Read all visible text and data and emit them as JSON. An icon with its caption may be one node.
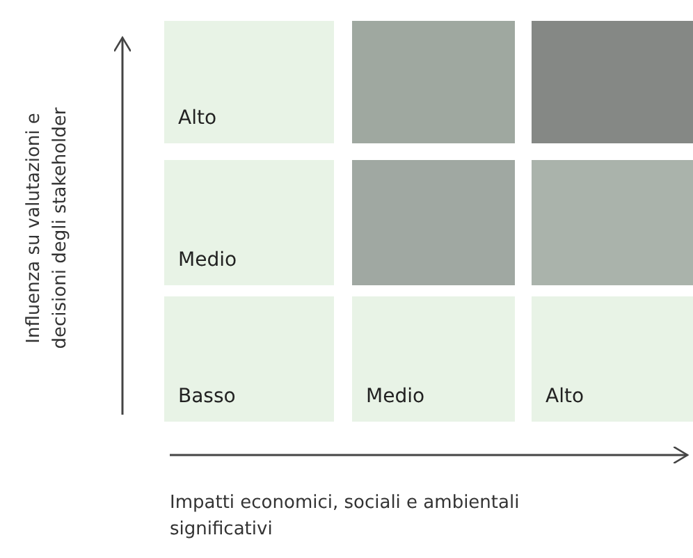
{
  "diagram": {
    "nodes": [
      {
        "text": [
          "Alto"
        ]
      },
      {
        "text": [],
        "shape": "box"
      },
      {
        "text": [],
        "shape": "box"
      },
      {
        "text": [
          "Medio"
        ]
      },
      {
        "text": [],
        "shape": "box"
      },
      {
        "text": [],
        "shape": "box"
      },
      {
        "text": [
          "Basso"
        ]
      },
      {
        "text": [
          "Medio"
        ]
      },
      {
        "text": [
          "Alto"
        ]
      }
    ],
    "labels": [
      "Influenza su valutazioni e decisioni degli stakeholder",
      "Impatti economici, sociali e ambientali significativi"
    ]
  }
}
